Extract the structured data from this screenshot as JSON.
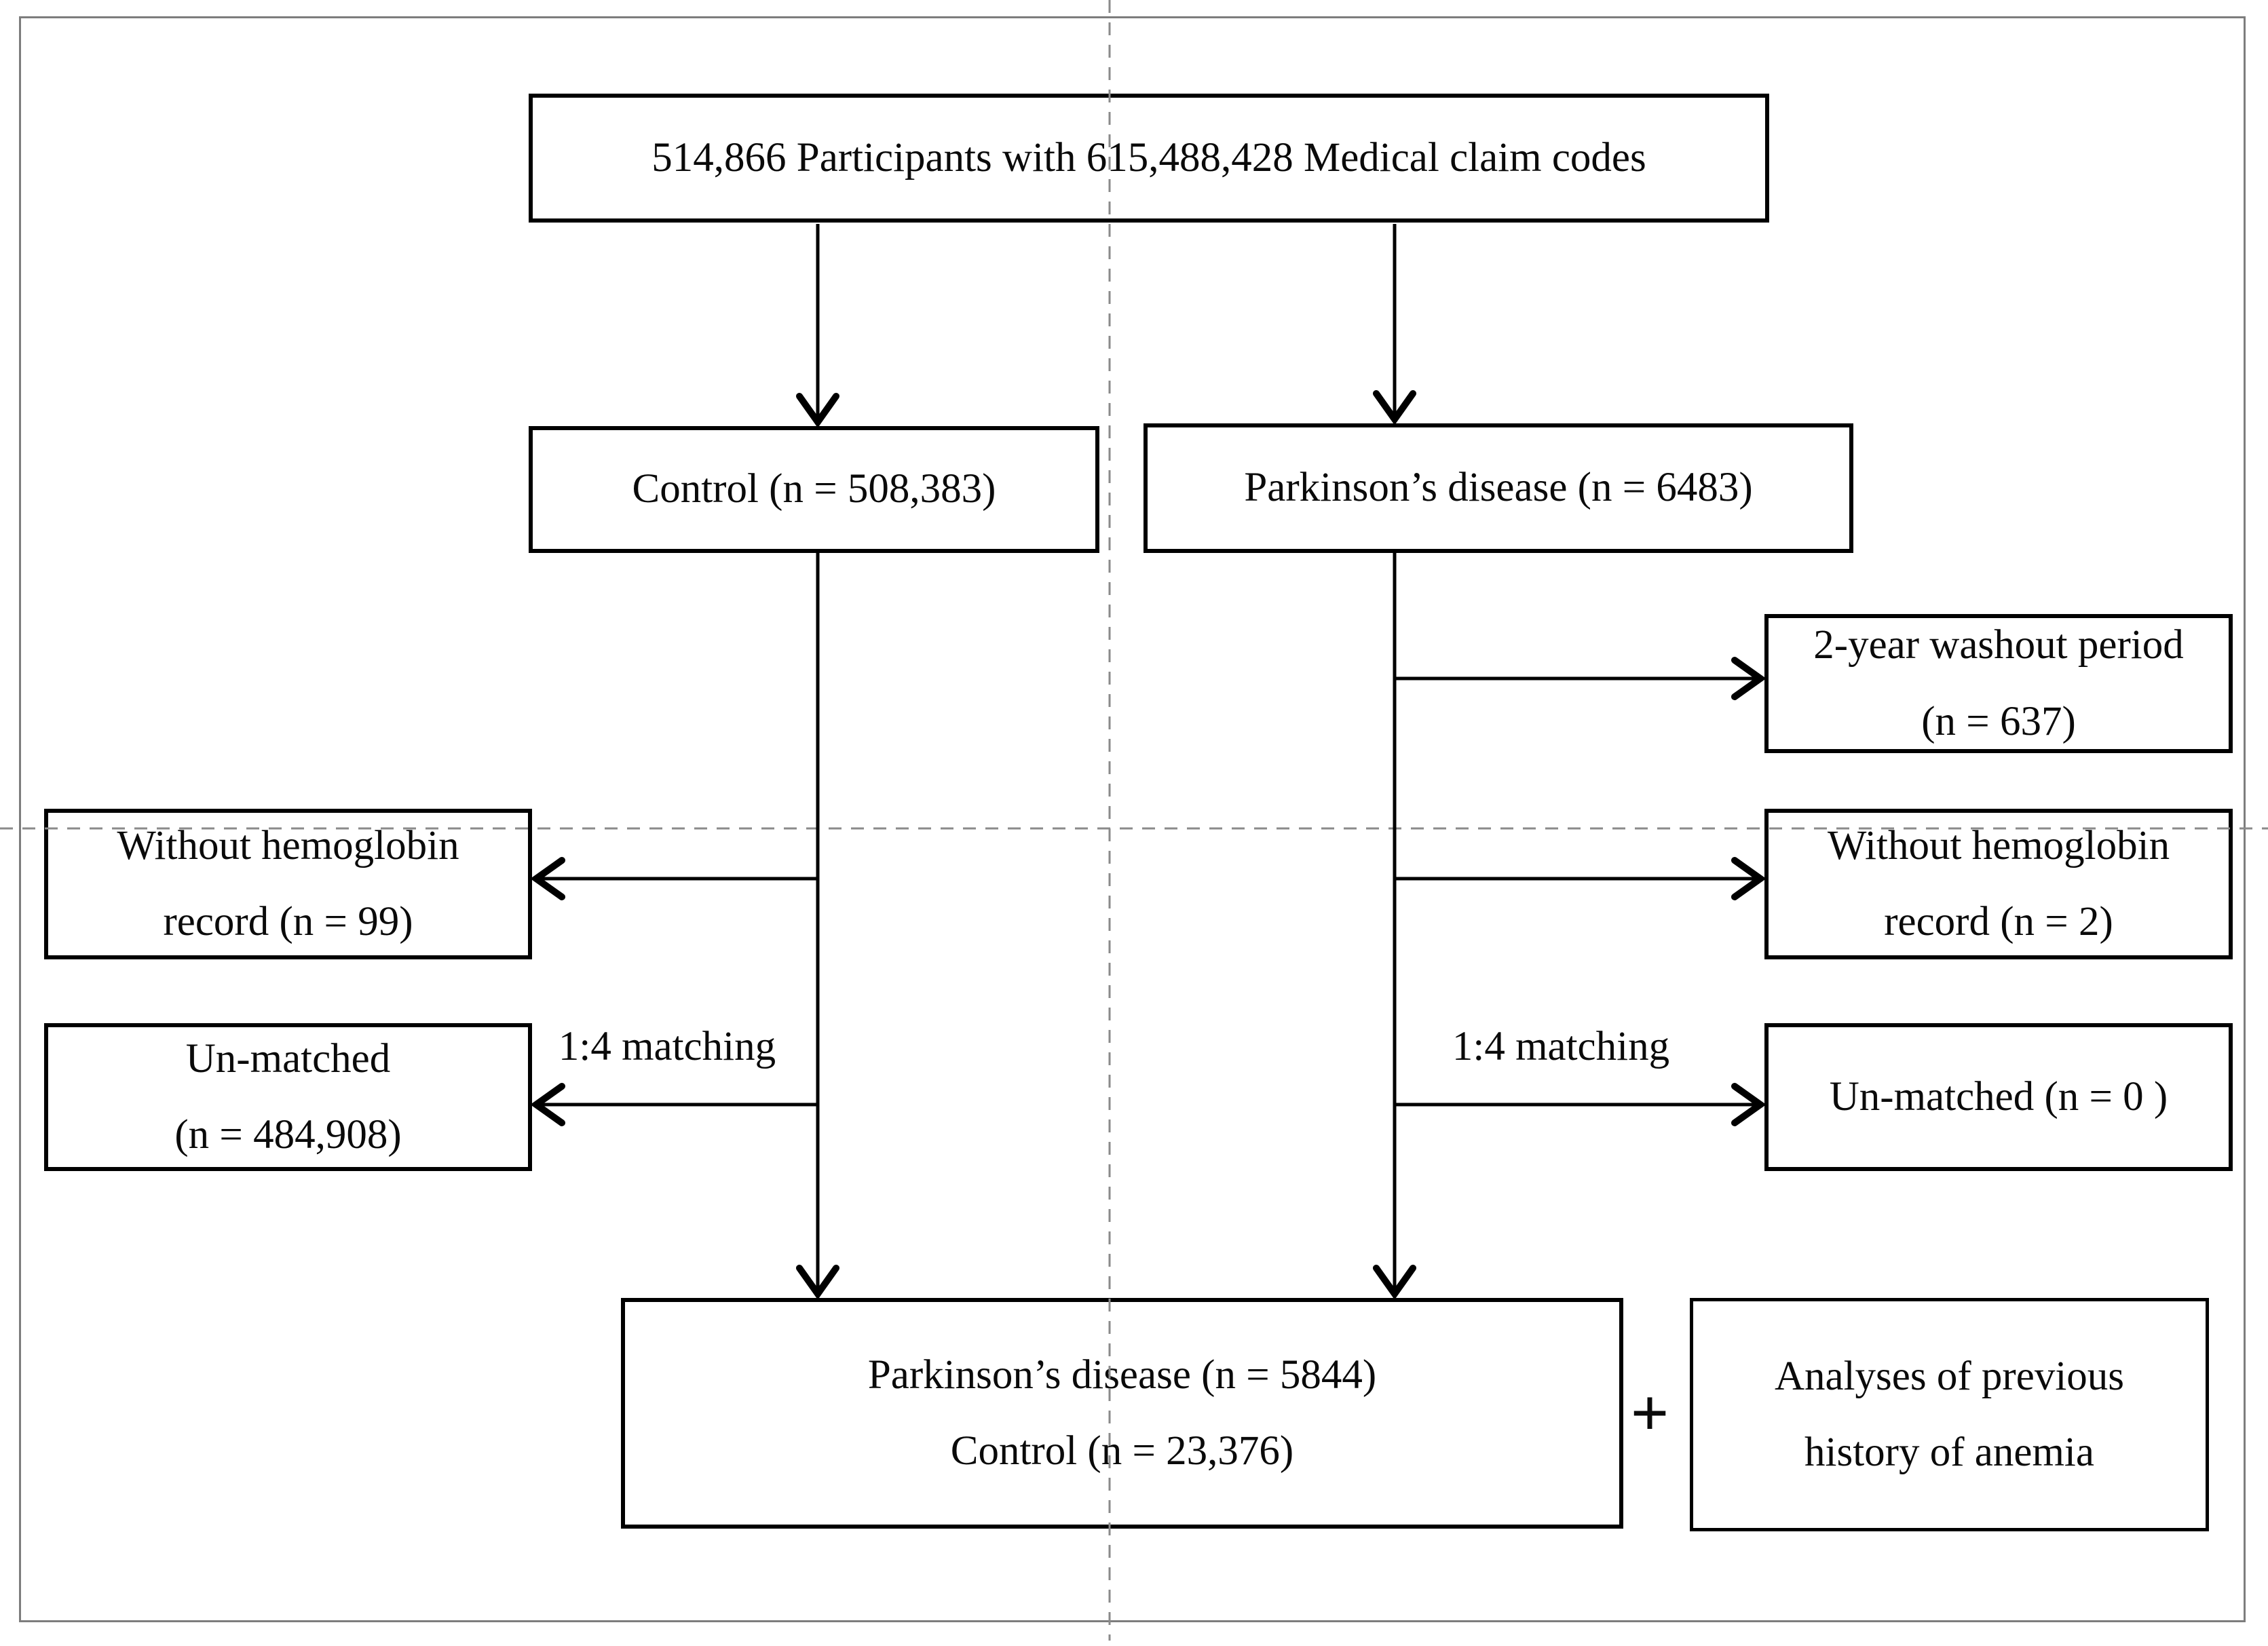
{
  "flowchart": {
    "nodes": {
      "participants": {
        "lines": [
          "514,866 Participants with 615,488,428 Medical claim codes"
        ]
      },
      "control": {
        "lines": [
          "Control (n = 508,383)"
        ]
      },
      "parkinsons": {
        "lines": [
          "Parkinson’s disease (n = 6483)"
        ]
      },
      "washout": {
        "lines": [
          "2-year washout period",
          "(n = 637)"
        ]
      },
      "left_hemoglobin": {
        "lines": [
          "Without hemoglobin",
          "record (n = 99)"
        ]
      },
      "right_hemoglobin": {
        "lines": [
          "Without hemoglobin",
          "record (n = 2)"
        ]
      },
      "left_unmatched": {
        "lines": [
          "Un-matched",
          "(n = 484,908)"
        ]
      },
      "right_unmatched": {
        "lines": [
          "Un-matched (n = 0 )"
        ]
      },
      "final_cohort": {
        "lines": [
          "Parkinson’s disease (n = 5844)",
          "Control (n = 23,376)"
        ]
      },
      "analyses": {
        "lines": [
          "Analyses of previous",
          "history of anemia"
        ]
      }
    },
    "labels": {
      "left_matching": "1:4 matching",
      "right_matching": "1:4 matching",
      "plus": "+"
    },
    "colors": {
      "box_border": "#000000",
      "text": "#0a0a0a",
      "arrow": "#000000",
      "guide_line": "#8a8a8a",
      "frame": "#7d7d7d",
      "background": "#ffffff"
    }
  }
}
